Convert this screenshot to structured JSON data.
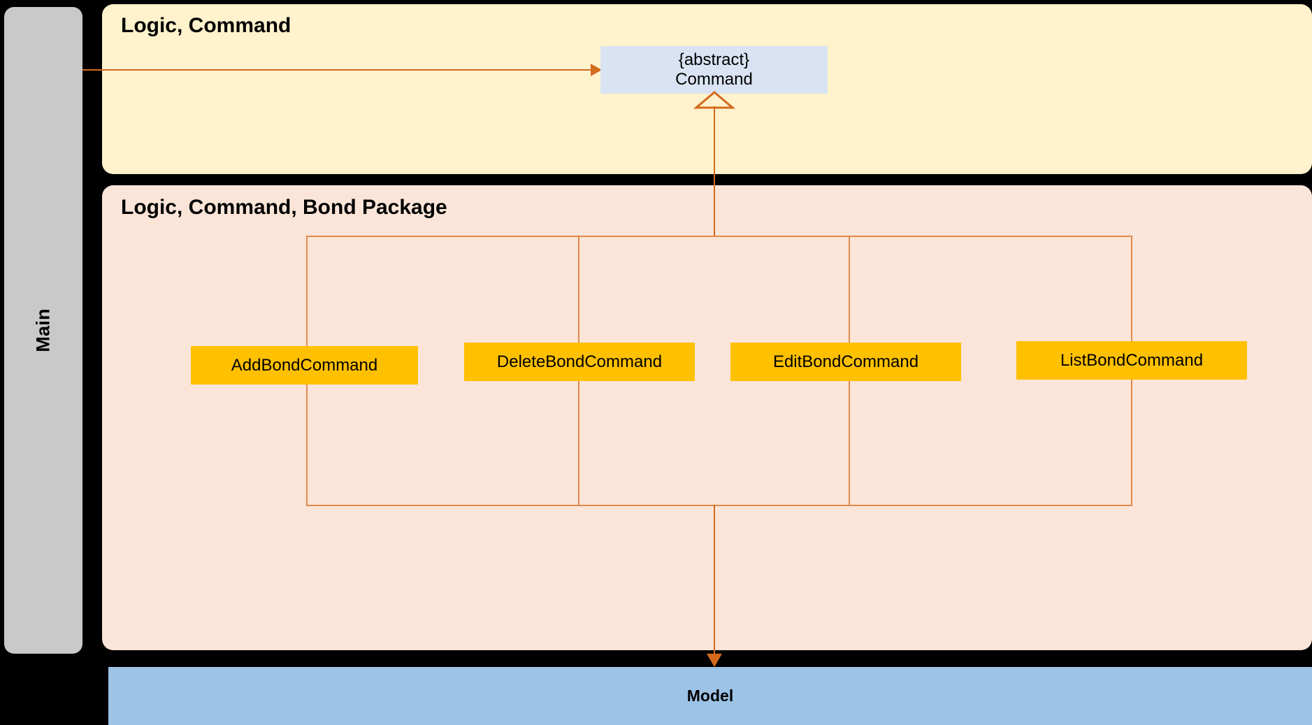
{
  "diagram": {
    "title_main_panel": "Main",
    "packages": [
      {
        "id": "logic-command",
        "title": "Logic, Command",
        "fill": "#FFF2CC"
      },
      {
        "id": "logic-command-bond",
        "title": "Logic, Command, Bond Package",
        "fill": "#FAE5D8"
      }
    ],
    "abstract_class": {
      "stereotype": "{abstract}",
      "name": "Command",
      "fill": "#DAE3F3"
    },
    "model": {
      "label": "Model",
      "fill": "#9DC3E6"
    },
    "commands": [
      {
        "label": "AddBondCommand"
      },
      {
        "label": "DeleteBondCommand"
      },
      {
        "label": "EditBondCommand"
      },
      {
        "label": "ListBondCommand"
      }
    ],
    "colors": {
      "connector": "#D46A1E",
      "connector_light": "#E08B4E",
      "command_fill": "#FFC000",
      "main_panel_fill": "#C9C9C9",
      "background": "#000000"
    }
  }
}
